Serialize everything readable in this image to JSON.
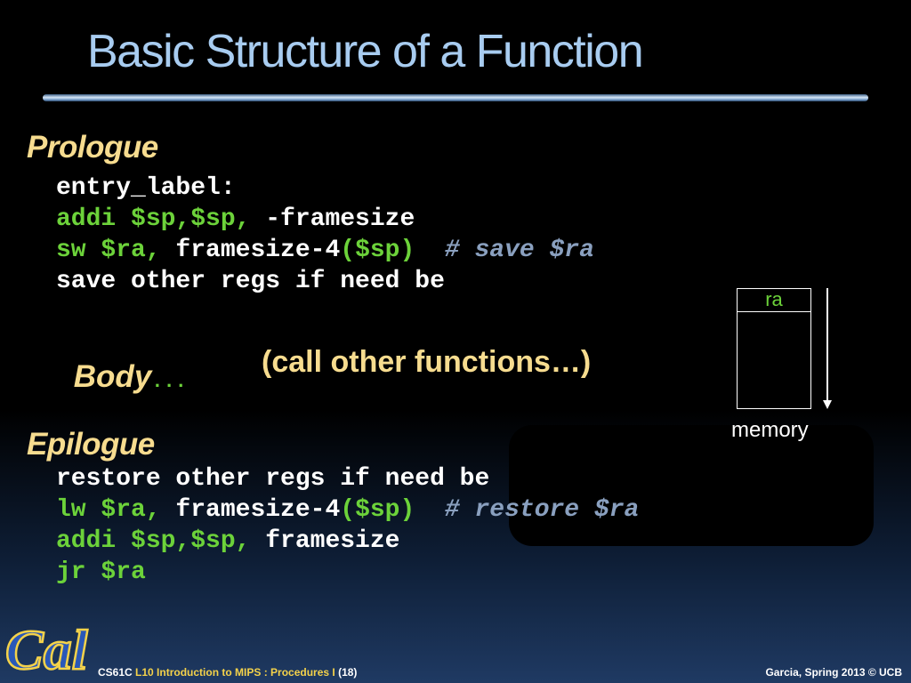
{
  "slide": {
    "title": "Basic Structure of a Function",
    "prologue": {
      "heading": "Prologue",
      "lines": [
        [
          {
            "t": "entry_label:",
            "c": "w"
          }
        ],
        [
          {
            "t": "addi $sp,$sp,",
            "c": "g"
          },
          {
            "t": " -framesize",
            "c": "w"
          }
        ],
        [
          {
            "t": "sw $ra,",
            "c": "g"
          },
          {
            "t": " framesize-4",
            "c": "w"
          },
          {
            "t": "($sp)",
            "c": "g"
          },
          {
            "t": "  # save $ra",
            "c": "c"
          }
        ],
        [
          {
            "t": "save other regs if need be",
            "c": "w"
          }
        ]
      ]
    },
    "body": {
      "label": "Body",
      "dots": "...",
      "text": "(call other functions…)"
    },
    "epilogue": {
      "heading": "Epilogue",
      "lines": [
        [
          {
            "t": "restore other regs if need be",
            "c": "w"
          }
        ],
        [
          {
            "t": "lw $ra,",
            "c": "g"
          },
          {
            "t": " framesize-4",
            "c": "w"
          },
          {
            "t": "($sp)",
            "c": "g"
          },
          {
            "t": "  # restore $ra",
            "c": "c"
          }
        ],
        [
          {
            "t": "addi $sp,$sp,",
            "c": "g"
          },
          {
            "t": " framesize",
            "c": "w"
          }
        ],
        [
          {
            "t": "jr $ra",
            "c": "g"
          }
        ]
      ]
    },
    "memory_diagram": {
      "top_cell_label": "ra",
      "caption": "memory"
    }
  },
  "footer": {
    "course": "CS61C ",
    "lecture": "L10 Introduction to MIPS : Procedures I",
    "page": " (18)",
    "credit": "Garcia, Spring 2013 © UCB"
  },
  "colors": {
    "title": "#a8ccf0",
    "heading": "#f7dc8f",
    "code_green": "#6cd23a",
    "code_white": "#ffffff",
    "comment": "#8aa0bf",
    "footer_highlight": "#f4d24a"
  },
  "logo": {
    "text": "Cal"
  }
}
